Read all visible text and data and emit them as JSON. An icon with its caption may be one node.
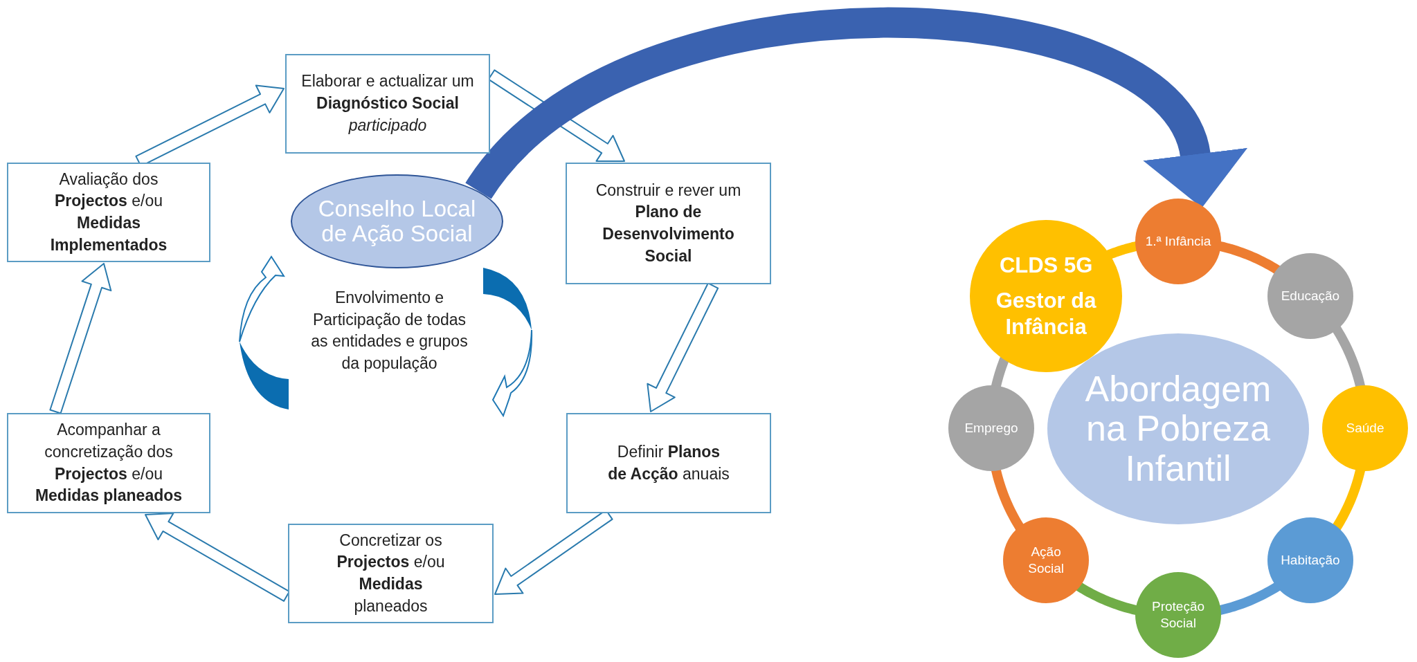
{
  "diagram": {
    "nodes": [
      {
        "text": [
          "Elaborar e actualizar um **Diagnóstico Social** *participado*"
        ]
      },
      {
        "text": [
          "Avaliação dos **Projectos** e/ou **Medidas Implementados**"
        ]
      },
      {
        "text": [
          "Conselho Local de Ação Social"
        ]
      },
      {
        "text": [
          "Construir e rever um **Plano de Desenvolvimento Social**"
        ]
      },
      {
        "text": [
          "Acompanhar a concretização dos **Projectos** e/ou **Medidas planeados**"
        ]
      },
      {
        "text": [
          "Definir **Planos de Acção** anuais"
        ]
      },
      {
        "text": [
          "Concretizar os **Projectos** e/ou **Medidas** planeados"
        ]
      },
      {
        "text": [
          "CLDS 5G",
          "Gestor da Infância"
        ]
      },
      {
        "text": [
          "1.ª Infância"
        ]
      },
      {
        "text": [
          "Educação"
        ]
      },
      {
        "text": [
          "Abordagem na Pobreza Infantil"
        ]
      },
      {
        "text": [
          "Emprego"
        ]
      },
      {
        "text": [
          "Saúde"
        ]
      },
      {
        "text": [
          "Ação Social"
        ]
      },
      {
        "text": [
          "Habitação"
        ]
      },
      {
        "text": [
          "Proteção Social"
        ]
      }
    ],
    "edges": [
      {
        "from": 1,
        "to": 0,
        "arrow": "to"
      },
      {
        "from": 0,
        "to": 3,
        "arrow": "to"
      },
      {
        "from": 3,
        "to": 5,
        "arrow": "to"
      },
      {
        "from": 5,
        "to": 6,
        "arrow": "to"
      },
      {
        "from": 6,
        "to": 4,
        "arrow": "to"
      },
      {
        "from": 4,
        "to": 1,
        "arrow": "to"
      },
      {
        "from": 2,
        "to": 8,
        "arrow": "to",
        "style": "thick",
        "color": "#3a62b0"
      },
      {
        "from": 7,
        "to": 8,
        "arrow": "none",
        "color": "#ffc000"
      },
      {
        "from": 8,
        "to": 9,
        "arrow": "none",
        "color": "#ed7d31"
      },
      {
        "from": 9,
        "to": 12,
        "arrow": "none",
        "color": "#a5a5a5"
      },
      {
        "from": 12,
        "to": 14,
        "arrow": "none",
        "color": "#ffc000"
      },
      {
        "from": 14,
        "to": 15,
        "arrow": "none",
        "color": "#5b9bd5"
      },
      {
        "from": 15,
        "to": 13,
        "arrow": "none",
        "color": "#70ad47"
      },
      {
        "from": 13,
        "to": 11,
        "arrow": "none",
        "color": "#ed7d31"
      },
      {
        "from": 11,
        "to": 7,
        "arrow": "none",
        "color": "#a5a5a5"
      }
    ],
    "labels": [
      "Envolvimento e Participação de todas as entidades e grupos da população"
    ]
  }
}
